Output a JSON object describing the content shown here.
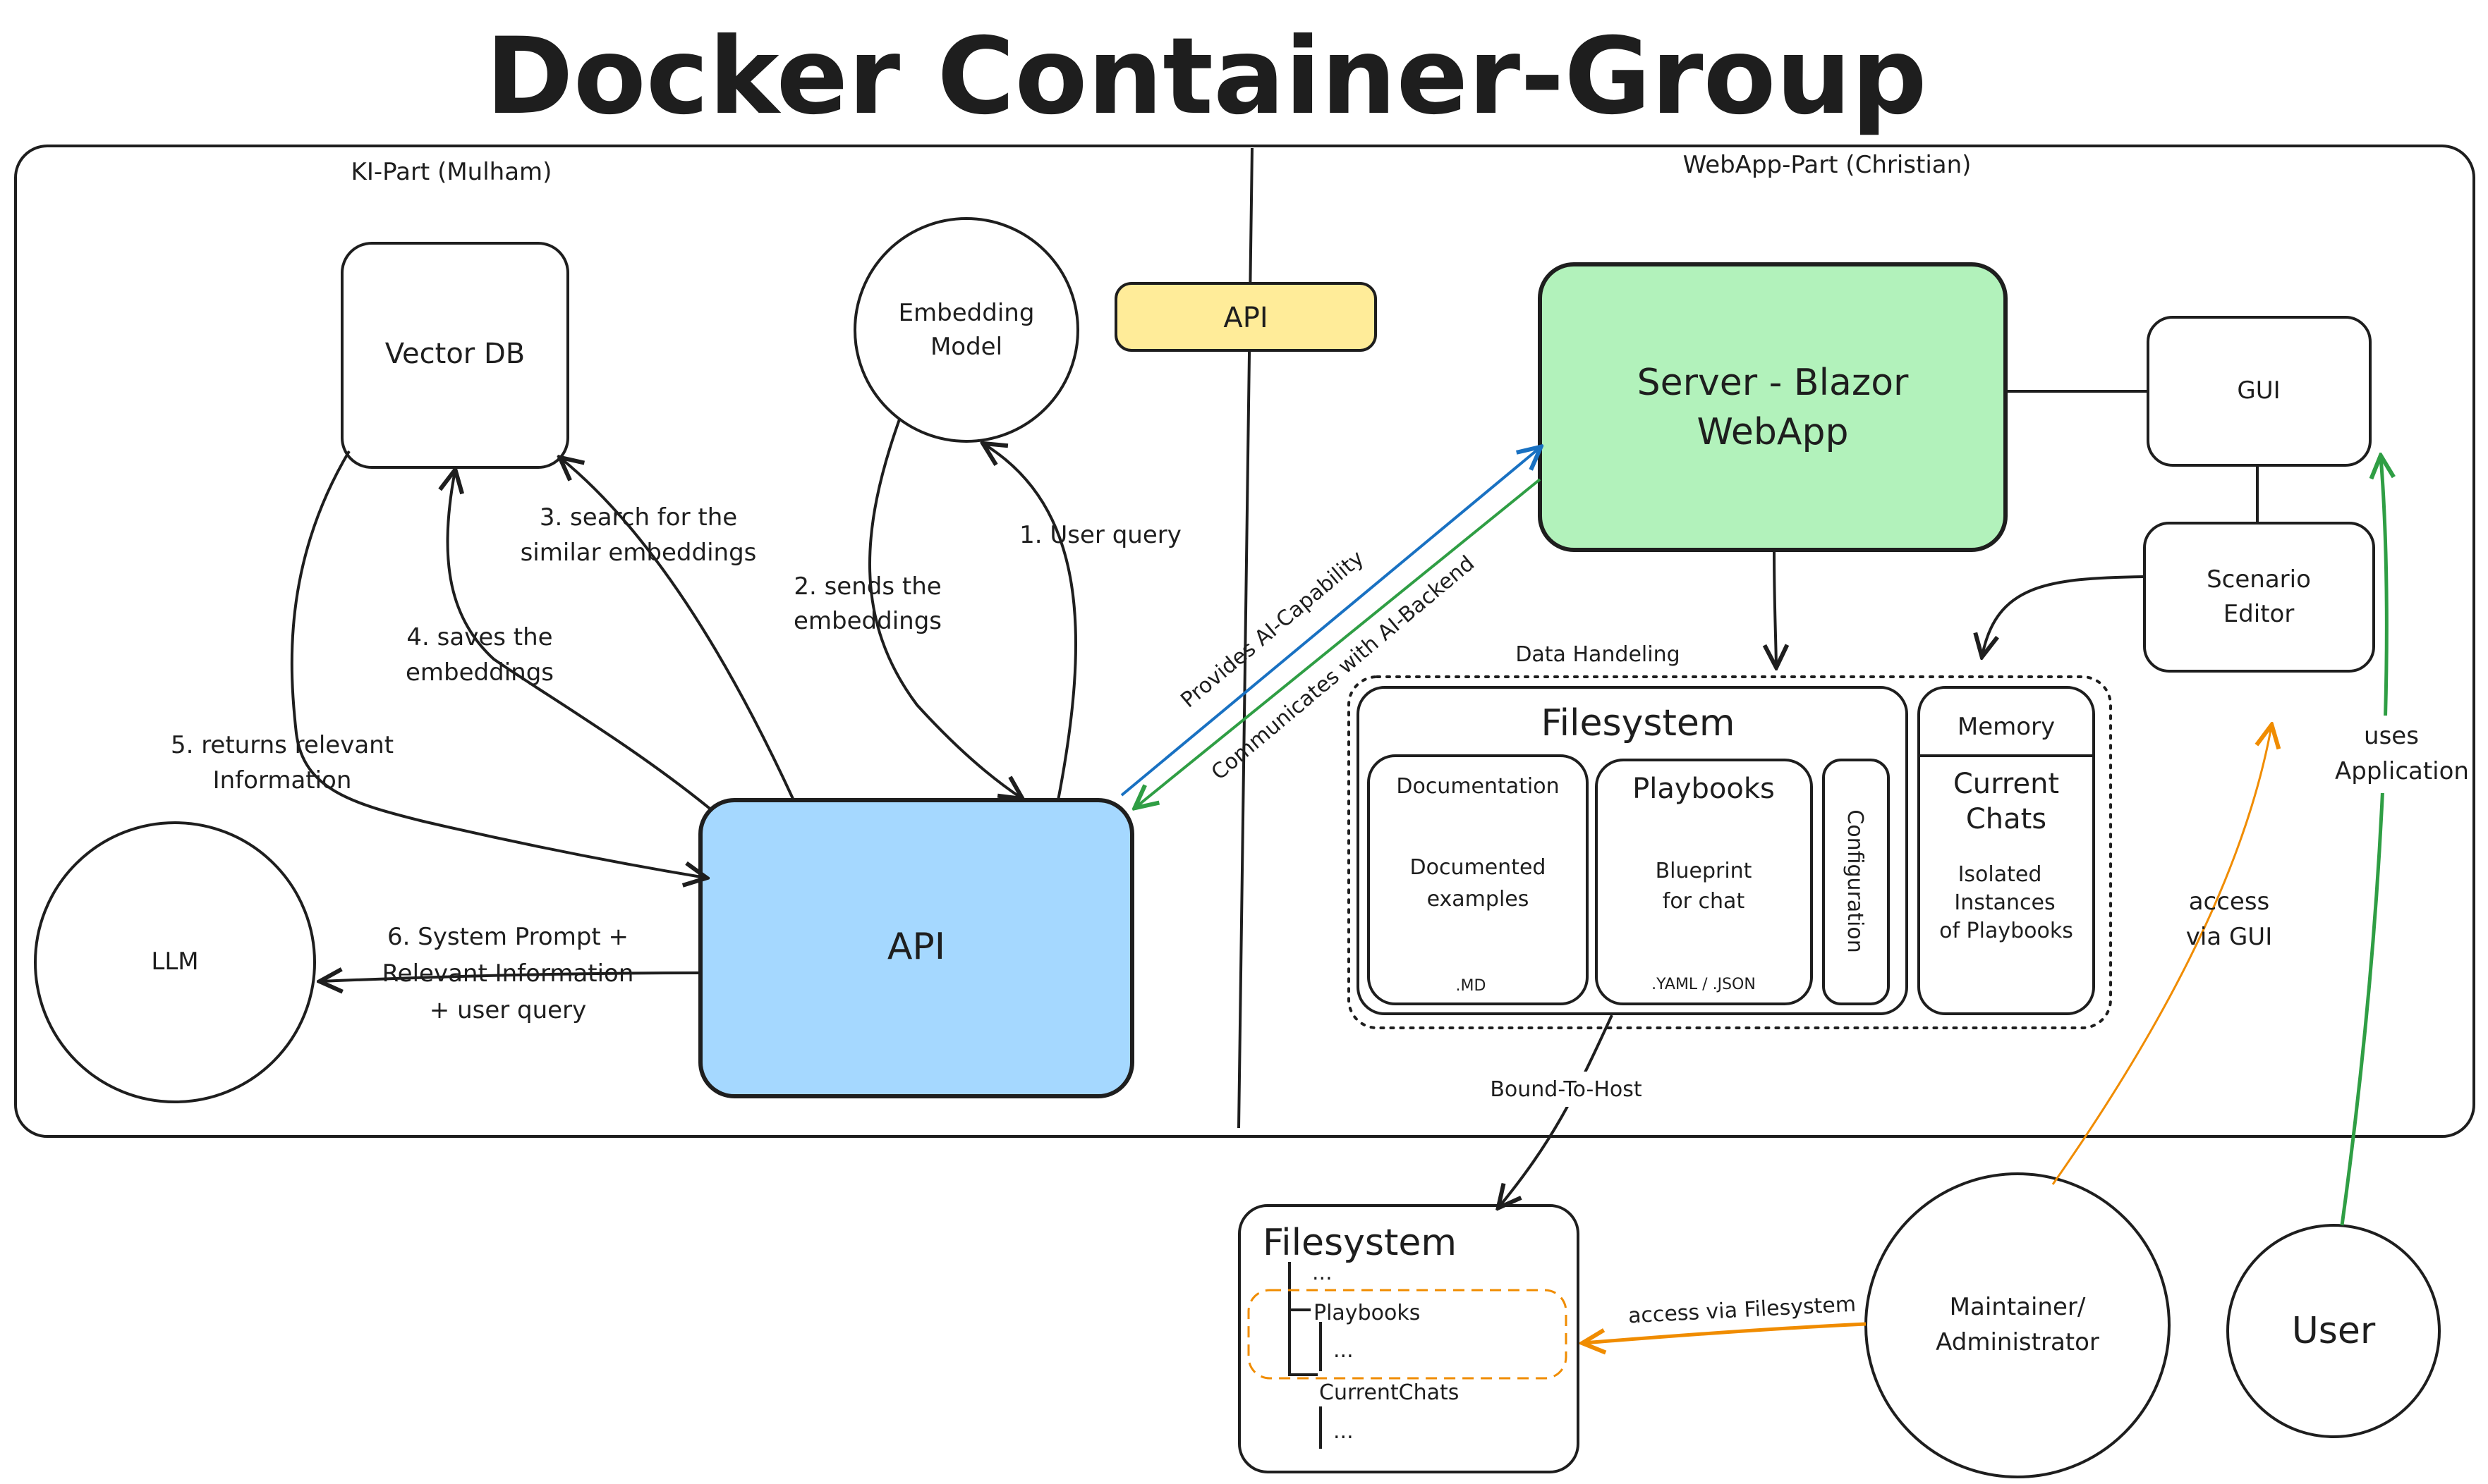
{
  "title": "Docker Container-Group",
  "group": {
    "left_label": "KI-Part (Mulham)",
    "right_label": "WebApp-Part (Christian)"
  },
  "nodes": {
    "vector_db": "Vector DB",
    "embedding_model": [
      "Embedding",
      "Model"
    ],
    "api_badge": "API",
    "api_main": "API",
    "llm": "LLM",
    "server": [
      "Server - Blazor",
      "WebApp"
    ],
    "gui": "GUI",
    "scenario_editor": [
      "Scenario",
      "Editor"
    ],
    "data_handling": "Data Handeling",
    "filesystem_inner": {
      "title": "Filesystem",
      "documentation": {
        "title": "Documentation",
        "body": [
          "Documented",
          "examples"
        ],
        "ext": ".MD"
      },
      "playbooks": {
        "title": "Playbooks",
        "body": [
          "Blueprint",
          "for chat"
        ],
        "ext": ".YAML / .JSON"
      },
      "configuration": "Configuration"
    },
    "memory": {
      "title": "Memory",
      "current": [
        "Current",
        "Chats"
      ],
      "body": [
        "Isolated",
        "Instances",
        "of Playbooks"
      ]
    },
    "filesystem_host": {
      "title": "Filesystem",
      "tree": [
        "...",
        "Playbooks",
        "...",
        "CurrentChats",
        "..."
      ]
    },
    "maintainer": [
      "Maintainer/",
      "Administrator"
    ],
    "user": "User"
  },
  "edges": {
    "user_query": "1. User query",
    "sends_embeddings": [
      "2. sends the",
      "embeddings"
    ],
    "search_similar": [
      "3. search for the",
      "similar embeddings"
    ],
    "saves_embeddings": [
      "4. saves the",
      "embeddings"
    ],
    "returns_info": [
      "5. returns relevant",
      "Information"
    ],
    "system_prompt": [
      "6. System Prompt +",
      "Relevant Information",
      "+ user query"
    ],
    "provides_ai": "Provides AI-Capability",
    "communicates_ai": "Communicates with AI-Backend",
    "bound_to_host": "Bound-To-Host",
    "access_fs": "access via Filesystem",
    "access_gui": [
      "access",
      "via GUI"
    ],
    "uses_app": [
      "uses",
      "Application"
    ]
  },
  "colors": {
    "api_badge_fill": "#ffec99",
    "api_main_fill": "#a5d8ff",
    "server_fill": "#b2f2bb",
    "blue_arrow": "#1971c2",
    "green_arrow": "#2f9e44",
    "orange_arrow": "#f08c00",
    "stroke": "#1e1e1e"
  }
}
